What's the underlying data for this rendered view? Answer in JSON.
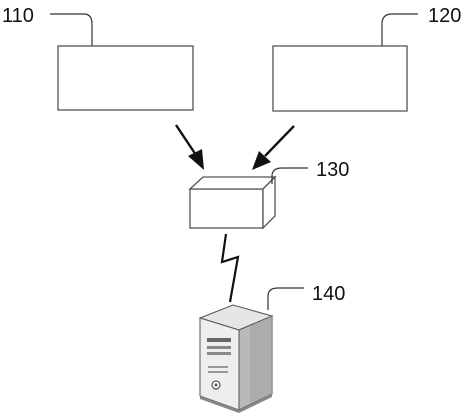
{
  "labels": {
    "box_left": "110",
    "box_right": "120",
    "hub": "130",
    "server": "140"
  },
  "icons": {
    "hub": "open-box-icon",
    "link": "lightning-bolt-icon",
    "server": "server-tower-icon"
  },
  "colors": {
    "line": "#111111",
    "box_stroke": "#555555",
    "server_light": "#eeeeee",
    "server_mid": "#c8c8c8",
    "server_dark": "#7a7a7a"
  }
}
